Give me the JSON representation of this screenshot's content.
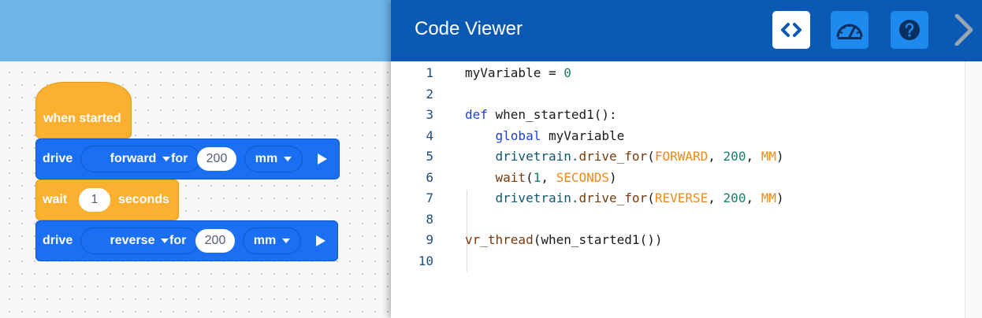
{
  "blocks": {
    "hat_label": "when started",
    "drive1": {
      "label": "drive",
      "direction": "forward",
      "for_label": "for",
      "distance": "200",
      "unit": "mm"
    },
    "wait": {
      "label": "wait",
      "value": "1",
      "unit_label": "seconds"
    },
    "drive2": {
      "label": "drive",
      "direction": "reverse",
      "for_label": "for",
      "distance": "200",
      "unit": "mm"
    }
  },
  "viewer": {
    "title": "Code Viewer",
    "buttons": [
      "code-view",
      "dashboard",
      "help",
      "collapse"
    ]
  },
  "code": {
    "line_numbers": [
      "1",
      "2",
      "3",
      "4",
      "5",
      "6",
      "7",
      "8",
      "9",
      "10"
    ],
    "lines": [
      [
        {
          "t": "myVariable = ",
          "c": "p"
        },
        {
          "t": "0",
          "c": "n"
        }
      ],
      [],
      [
        {
          "t": "def ",
          "c": "k"
        },
        {
          "t": "when_started1():",
          "c": "p"
        }
      ],
      [
        {
          "t": "    ",
          "c": "p"
        },
        {
          "t": "global ",
          "c": "k"
        },
        {
          "t": "myVariable",
          "c": "p"
        }
      ],
      [
        {
          "t": "    drivetrain.",
          "c": "fn"
        },
        {
          "t": "drive_for",
          "c": "f"
        },
        {
          "t": "(",
          "c": "p"
        },
        {
          "t": "FORWARD",
          "c": "c"
        },
        {
          "t": ", ",
          "c": "p"
        },
        {
          "t": "200",
          "c": "n"
        },
        {
          "t": ", ",
          "c": "p"
        },
        {
          "t": "MM",
          "c": "c"
        },
        {
          "t": ")",
          "c": "p"
        }
      ],
      [
        {
          "t": "    wait",
          "c": "f"
        },
        {
          "t": "(",
          "c": "p"
        },
        {
          "t": "1",
          "c": "n"
        },
        {
          "t": ", ",
          "c": "p"
        },
        {
          "t": "SECONDS",
          "c": "c"
        },
        {
          "t": ")",
          "c": "p"
        }
      ],
      [
        {
          "t": "    drivetrain.",
          "c": "fn"
        },
        {
          "t": "drive_for",
          "c": "f"
        },
        {
          "t": "(",
          "c": "p"
        },
        {
          "t": "REVERSE",
          "c": "c"
        },
        {
          "t": ", ",
          "c": "p"
        },
        {
          "t": "200",
          "c": "n"
        },
        {
          "t": ", ",
          "c": "p"
        },
        {
          "t": "MM",
          "c": "c"
        },
        {
          "t": ")",
          "c": "p"
        }
      ],
      [],
      [
        {
          "t": "vr_thread",
          "c": "f"
        },
        {
          "t": "(when_started1())",
          "c": "p"
        }
      ],
      []
    ]
  },
  "colors": {
    "workspace_header": "#6db4e8",
    "viewer_header": "#0a5ab4",
    "motion_block": "#1b6ff2",
    "control_block": "#fbb02f"
  }
}
